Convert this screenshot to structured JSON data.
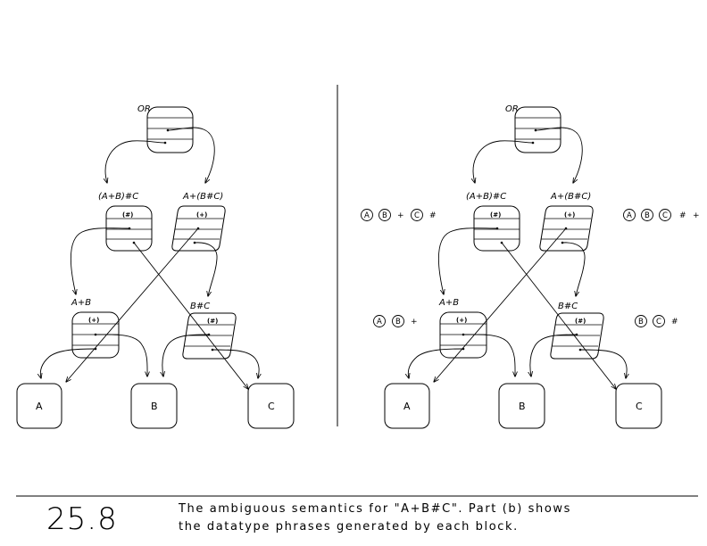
{
  "figure_number": "25.8",
  "caption": {
    "line1": "The ambiguous semantics for \"A+B#C\".  Part (b) shows",
    "line2": "the datatype phrases generated by each block."
  },
  "panel_labels": {
    "or": "OR",
    "ab_c": "(A+B)#C",
    "a_bc": "A+(B#C)",
    "ab": "A+B",
    "bc": "B#C",
    "hash": "(#)",
    "plus": "(+)",
    "leaf_a": "A",
    "leaf_b": "B",
    "leaf_c": "C"
  },
  "phrases": {
    "ab_c": {
      "circ1": "A",
      "circ2": "B",
      "op1": "+",
      "circ3": "C",
      "op2": "#"
    },
    "a_bc": {
      "circ1": "A",
      "circ2": "B",
      "circ3": "C",
      "op1": "#",
      "op2": "+"
    },
    "ab": {
      "circ1": "A",
      "circ2": "B",
      "op1": "+"
    },
    "bc": {
      "circ1": "B",
      "circ2": "C",
      "op1": "#"
    }
  }
}
